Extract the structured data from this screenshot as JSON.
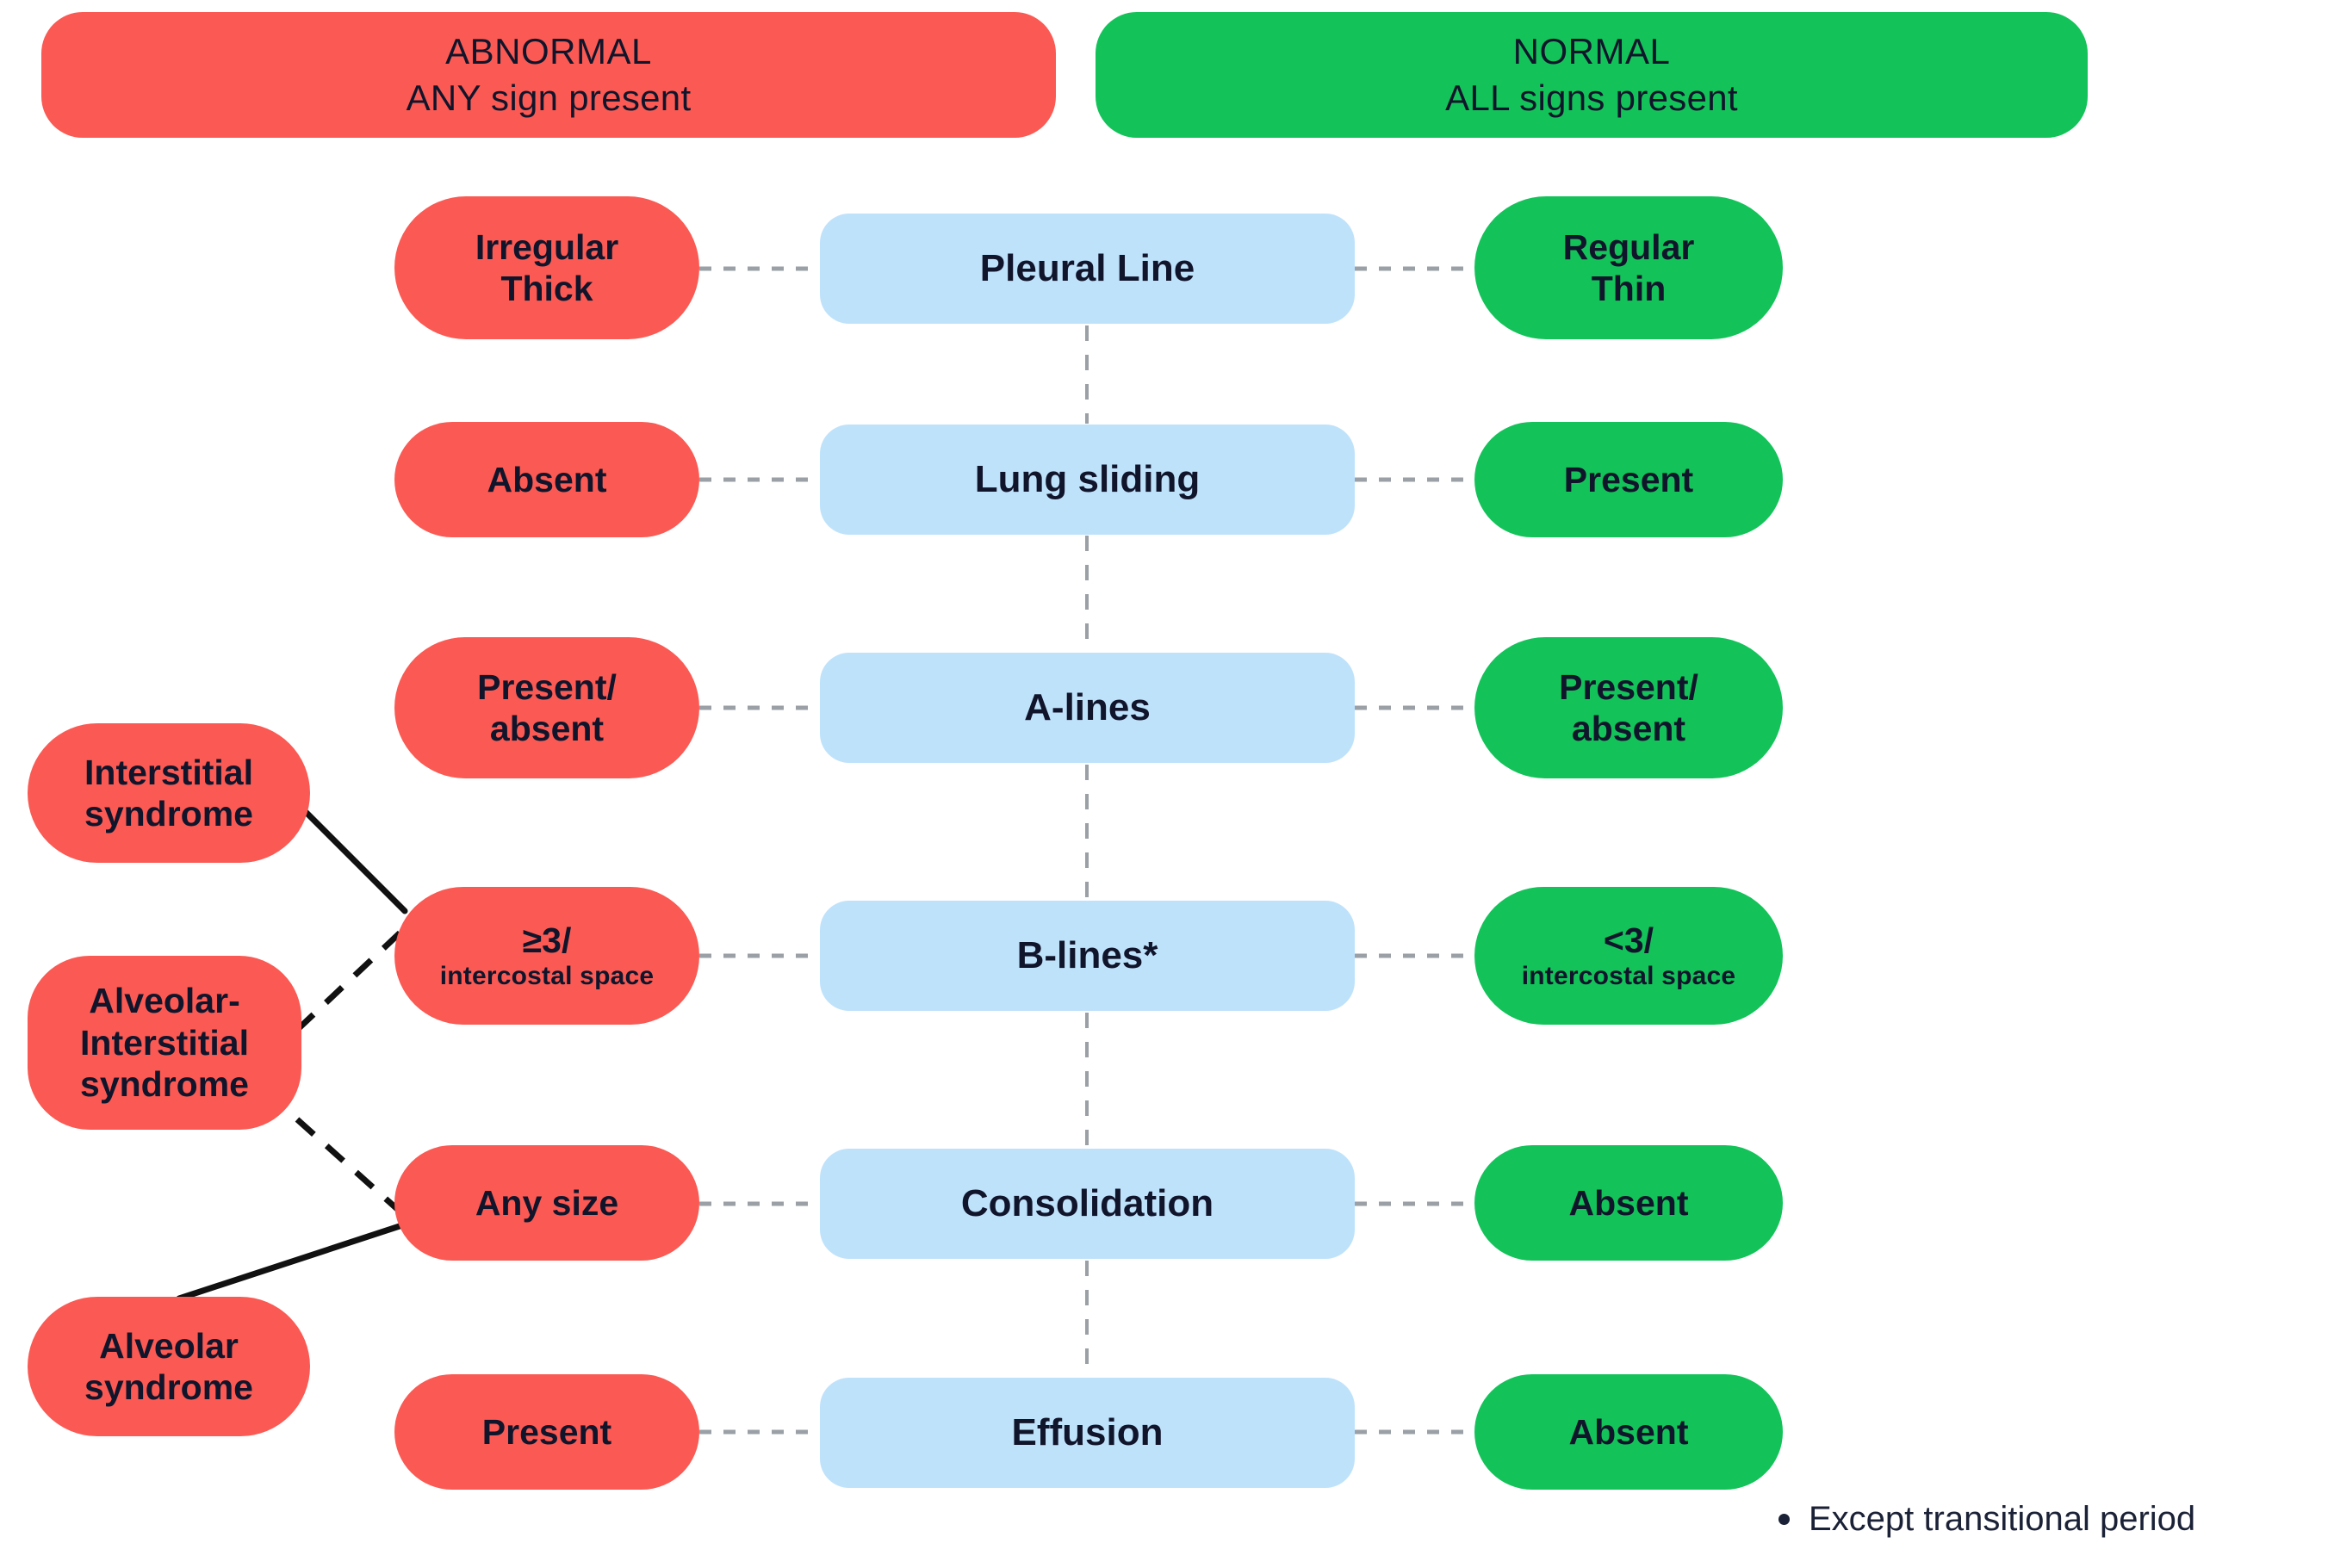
{
  "banners": {
    "abnormal": {
      "line1": "ABNORMAL",
      "line2": "ANY sign present",
      "color": "#fa5a53"
    },
    "normal": {
      "line1": "NORMAL",
      "line2": "ALL signs present",
      "color": "#13c359"
    }
  },
  "colors": {
    "abnormal": "#fa5a53",
    "normal": "#13c359",
    "sign": "#bfe2fb",
    "text": "#11152b",
    "connector": "#9aa0a6",
    "solid_link": "#111111"
  },
  "rows": [
    {
      "sign": "Pleural Line",
      "abnormal": {
        "line1": "Irregular",
        "line2": "Thick"
      },
      "normal": {
        "line1": "Regular",
        "line2": "Thin"
      }
    },
    {
      "sign": "Lung sliding",
      "abnormal": {
        "line1": "Absent"
      },
      "normal": {
        "line1": "Present"
      }
    },
    {
      "sign": "A-lines",
      "abnormal": {
        "line1": "Present/",
        "line2": "absent"
      },
      "normal": {
        "line1": "Present/",
        "line2": "absent"
      }
    },
    {
      "sign": "B-lines*",
      "abnormal": {
        "line1": "≥3/",
        "sub": "intercostal space"
      },
      "normal": {
        "line1": "<3/",
        "sub": "intercostal space"
      }
    },
    {
      "sign": "Consolidation",
      "abnormal": {
        "line1": "Any size"
      },
      "normal": {
        "line1": "Absent"
      }
    },
    {
      "sign": "Effusion",
      "abnormal": {
        "line1": "Present"
      },
      "normal": {
        "line1": "Absent"
      }
    }
  ],
  "syndromes": [
    {
      "line1": "Interstitial",
      "line2": "syndrome"
    },
    {
      "line1": "Alveolar-",
      "line2": "Interstitial",
      "line3": "syndrome"
    },
    {
      "line1": "Alveolar",
      "line2": "syndrome"
    }
  ],
  "footnote": {
    "bullet": "bullet-dot",
    "text": "Except transitional period"
  }
}
